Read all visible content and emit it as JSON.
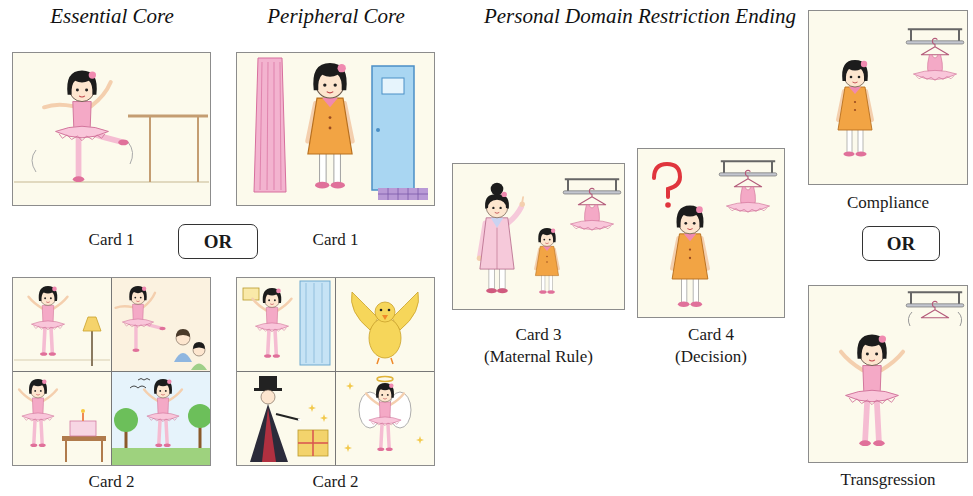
{
  "diagram": {
    "nodes": [
      {
        "text": [
          "Card 1"
        ]
      },
      {
        "text": [
          "OR"
        ]
      },
      {
        "text": [
          "Card 1"
        ]
      },
      {
        "text": [
          "Card 2"
        ]
      },
      {
        "text": [
          "Card 2"
        ]
      },
      {
        "text": [
          "Card 3",
          "(Maternal Rule)"
        ]
      },
      {
        "text": [
          "Card 4",
          "(Decision)"
        ]
      },
      {
        "text": [
          "Compliance"
        ]
      },
      {
        "text": [
          "OR"
        ]
      },
      {
        "text": [
          "Transgression"
        ]
      }
    ],
    "labels": [
      "Essential Core",
      "Peripheral Core",
      "Personal Domain Restriction Ending"
    ]
  }
}
